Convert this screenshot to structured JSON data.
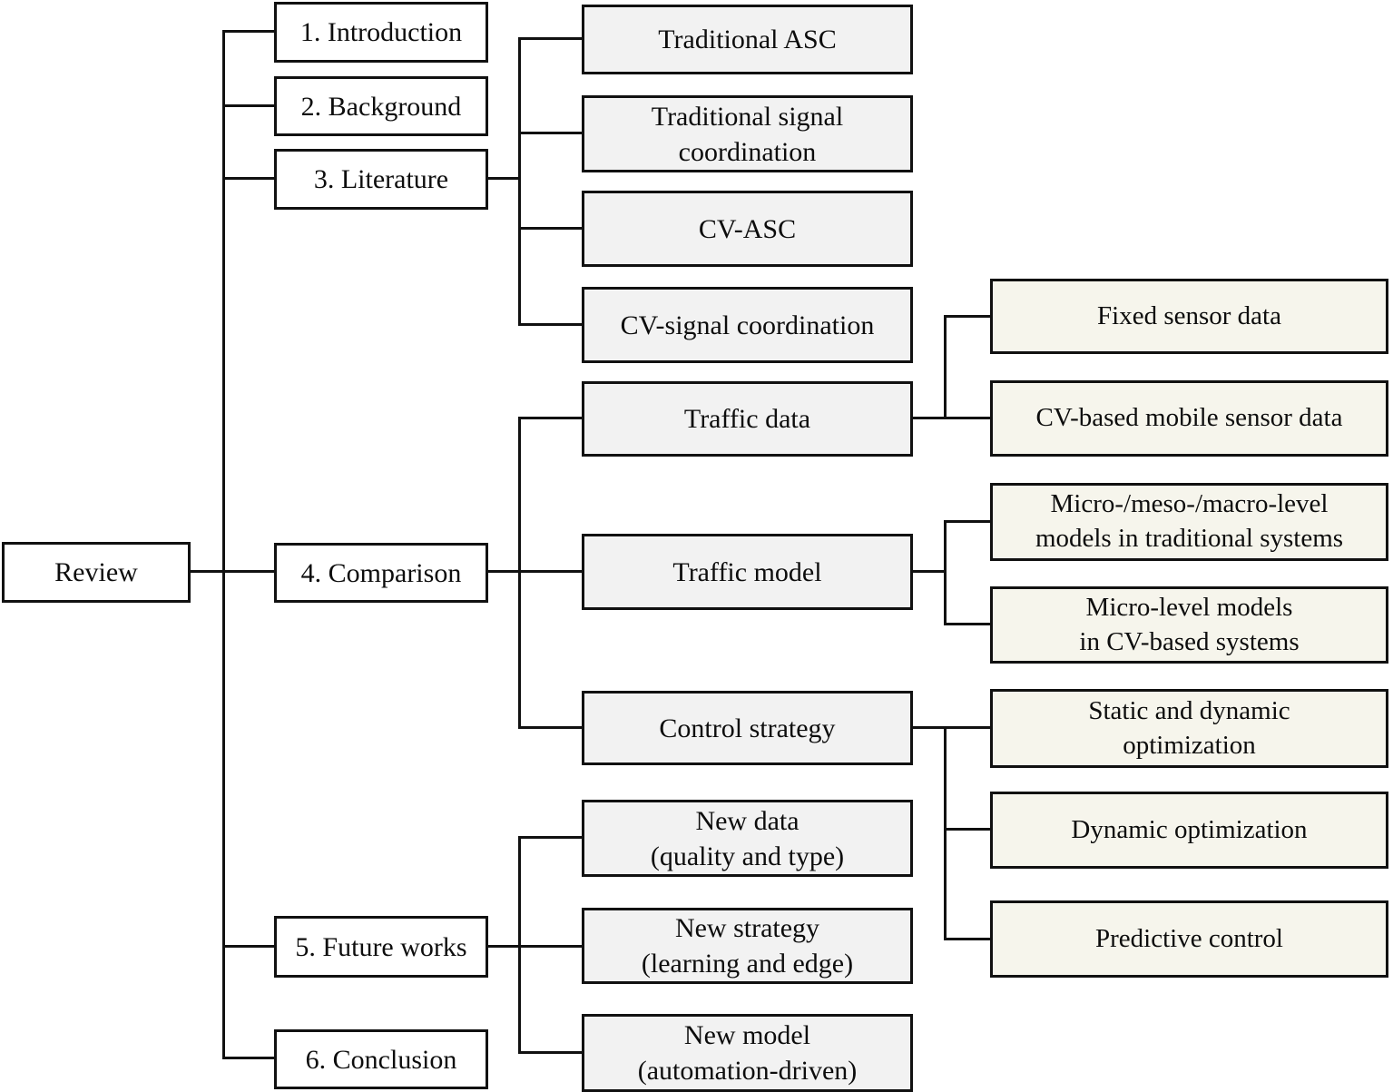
{
  "diagram": {
    "root": {
      "label": "Review"
    },
    "sections": [
      {
        "id": "introduction",
        "label": "1. Introduction"
      },
      {
        "id": "background",
        "label": "2. Background"
      },
      {
        "id": "literature",
        "label": "3. Literature",
        "children": [
          {
            "id": "traditional-asc",
            "label": "Traditional ASC"
          },
          {
            "id": "traditional-signal-coordination",
            "label": "Traditional signal\ncoordination"
          },
          {
            "id": "cv-asc",
            "label": "CV-ASC"
          },
          {
            "id": "cv-signal-coordination",
            "label": "CV-signal coordination"
          }
        ]
      },
      {
        "id": "comparison",
        "label": "4. Comparison",
        "children": [
          {
            "id": "traffic-data",
            "label": "Traffic data",
            "children": [
              {
                "id": "fixed-sensor-data",
                "label": "Fixed sensor data"
              },
              {
                "id": "cv-based-mobile-sensor-data",
                "label": "CV-based mobile sensor data"
              }
            ]
          },
          {
            "id": "traffic-model",
            "label": "Traffic model",
            "children": [
              {
                "id": "micro-meso-macro-models",
                "label": "Micro-/meso-/macro-level\nmodels in traditional systems"
              },
              {
                "id": "micro-level-models-cv",
                "label": "Micro-level models\nin CV-based systems"
              }
            ]
          },
          {
            "id": "control-strategy",
            "label": "Control strategy",
            "children": [
              {
                "id": "static-and-dynamic-optimization",
                "label": "Static and dynamic\noptimization"
              },
              {
                "id": "dynamic-optimization",
                "label": "Dynamic optimization"
              },
              {
                "id": "predictive-control",
                "label": "Predictive control"
              }
            ]
          }
        ]
      },
      {
        "id": "future-works",
        "label": "5. Future works",
        "children": [
          {
            "id": "new-data",
            "label": "New data\n(quality and type)"
          },
          {
            "id": "new-strategy",
            "label": "New strategy\n(learning and edge)"
          },
          {
            "id": "new-model",
            "label": "New model\n(automation-driven)"
          }
        ]
      },
      {
        "id": "conclusion",
        "label": "6. Conclusion"
      }
    ],
    "colors": {
      "page_bg": "#ffffff",
      "box_border": "#111111",
      "line": "#111111",
      "level1_bg": "#ffffff",
      "level2_bg": "#ffffff",
      "level3_bg": "#f2f2f2",
      "level4_bg": "#f6f5ec"
    }
  }
}
